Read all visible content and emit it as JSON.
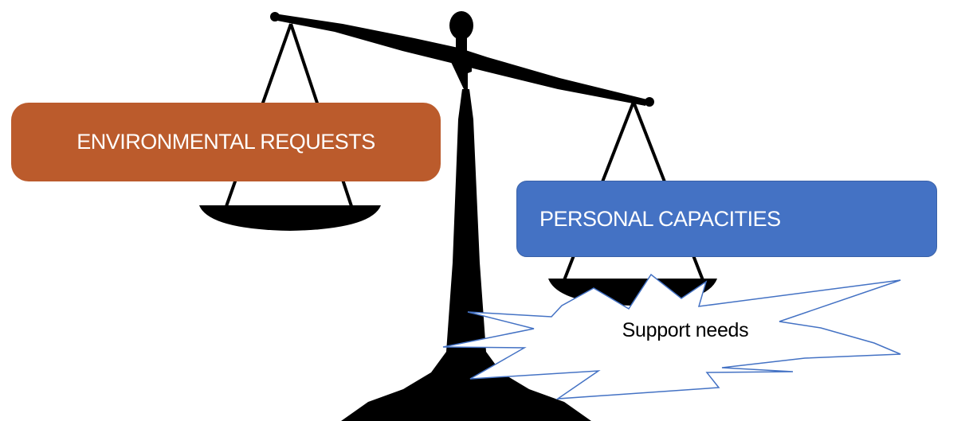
{
  "labels": {
    "environmental": "ENVIRONMENTAL REQUESTS",
    "capacities": "PERSONAL CAPACITIES",
    "support": "Support needs"
  },
  "colors": {
    "scale": "#000000",
    "environmental_box": "#bb5b2c",
    "capacities_box": "#4472c4",
    "burst_fill": "#ffffff",
    "burst_outline": "#4472c4",
    "text_light": "#ffffff",
    "text_dark": "#000000"
  }
}
